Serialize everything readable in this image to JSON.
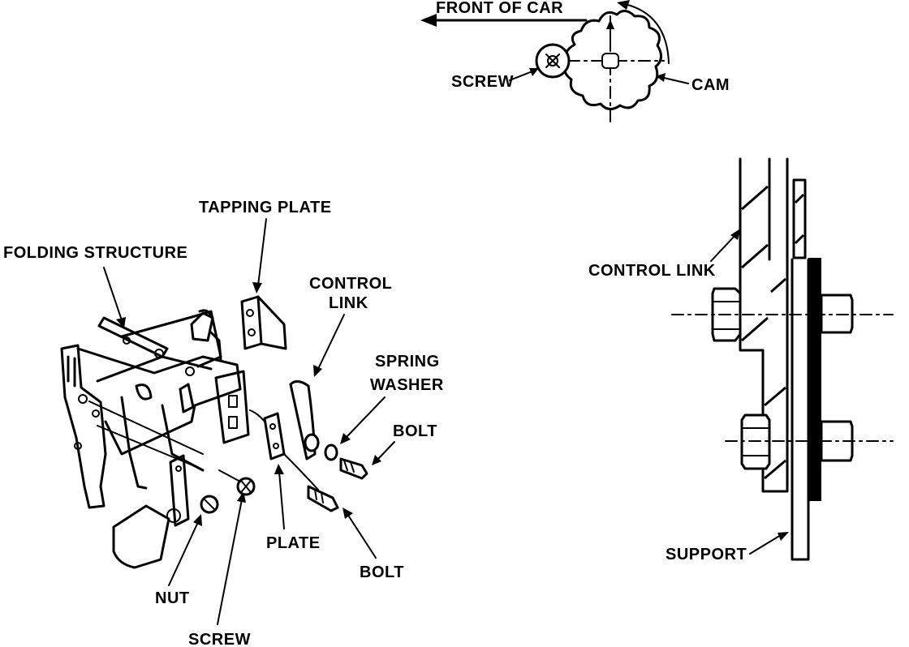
{
  "labels": {
    "front_of_car": "FRONT OF CAR",
    "screw_top": "SCREW",
    "cam": "CAM",
    "tapping_plate": "TAPPING PLATE",
    "folding_structure": "FOLDING STRUCTURE",
    "control_link_left_1": "CONTROL",
    "control_link_left_2": "LINK",
    "spring_washer_1": "SPRING",
    "spring_washer_2": "WASHER",
    "bolt_upper": "BOLT",
    "plate": "PLATE",
    "bolt_lower": "BOLT",
    "nut": "NUT",
    "screw_bottom": "SCREW",
    "control_link_right": "CONTROL  LINK",
    "support": "SUPPORT"
  }
}
